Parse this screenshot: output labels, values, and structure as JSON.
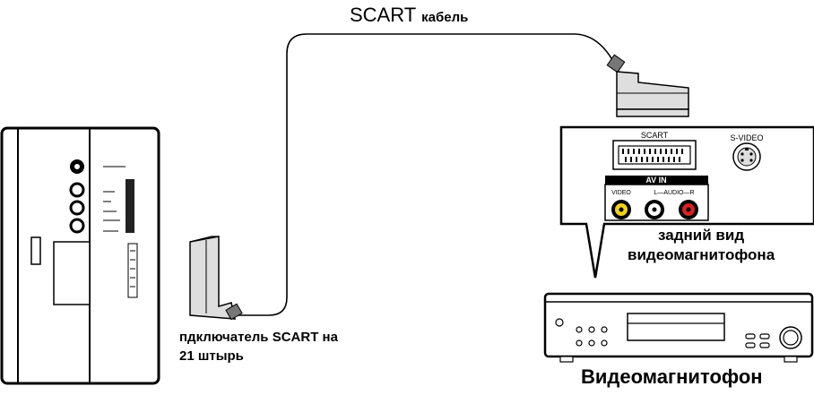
{
  "labels": {
    "cable_main": "SCART",
    "cable_sub": "кабель",
    "rear_view_line1": "задний вид",
    "rear_view_line2": "видеомагнитофона",
    "plug_line1": "пдключатель SCART на",
    "plug_line2": "21 штырь",
    "vcr": "Видеомагнитофон"
  },
  "panel": {
    "scart": "SCART",
    "svideo": "S-VIDEO",
    "avin": "AV IN",
    "video": "VIDEO",
    "audio": "L—AUDIO—R"
  },
  "colors": {
    "jack_video": "#f2d21b",
    "jack_left": "#ffffff",
    "jack_right": "#d42323"
  }
}
